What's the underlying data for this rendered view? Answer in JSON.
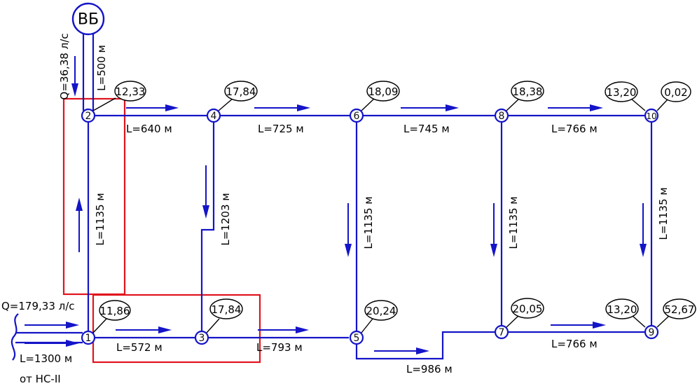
{
  "tower": {
    "label": "ВБ",
    "flow_label": "Q=36,38 л/с",
    "length_label": "L=500 м"
  },
  "inlet": {
    "flow_label": "Q=179,33 л/с",
    "length_label": "L=1300 м",
    "source_label": "от НС-II"
  },
  "nodes": [
    {
      "id": "1",
      "value": "11,86"
    },
    {
      "id": "2",
      "value": "12,33"
    },
    {
      "id": "3",
      "value": "17,84"
    },
    {
      "id": "4",
      "value": "17,84"
    },
    {
      "id": "5",
      "value": "20,24"
    },
    {
      "id": "6",
      "value": "18,09"
    },
    {
      "id": "7",
      "value": "20,05"
    },
    {
      "id": "8",
      "value": "18,38"
    },
    {
      "id": "9",
      "value": "13,20"
    },
    {
      "id": "10",
      "value": "13,20"
    }
  ],
  "extra_bubbles": {
    "node10_right": "0,02",
    "node9_right": "52,67"
  },
  "pipes": {
    "p2_4": "L=640 м",
    "p4_6": "L=725 м",
    "p6_8": "L=745 м",
    "p8_10": "L=766 м",
    "p1_3": "L=572 м",
    "p3_5": "L=793 м",
    "p5_7": "L=986 м",
    "p7_9": "L=766 м",
    "p1_2": "L=1135 м",
    "p3_4": "L=1203 м",
    "p5_6": "L=1135 м",
    "p7_8": "L=1135 м",
    "p9_10": "L=1135 м"
  }
}
